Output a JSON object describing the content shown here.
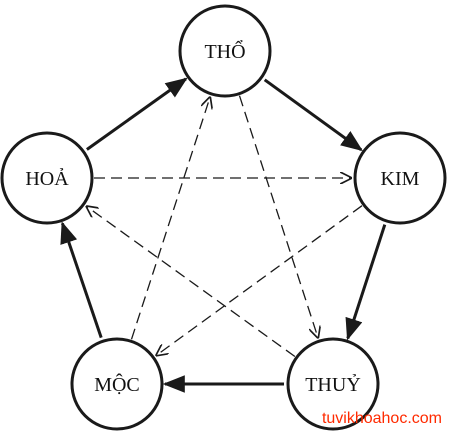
{
  "elements": {
    "tho": "THỔ",
    "kim": "KIM",
    "thuy": "THUỶ",
    "moc": "MỘC",
    "hoa": "HOẢ"
  },
  "generating_cycle": [
    {
      "from": "hoa",
      "to": "tho"
    },
    {
      "from": "tho",
      "to": "kim"
    },
    {
      "from": "kim",
      "to": "thuy"
    },
    {
      "from": "thuy",
      "to": "moc"
    },
    {
      "from": "moc",
      "to": "hoa"
    }
  ],
  "overcoming_cycle": [
    {
      "from": "hoa",
      "to": "kim"
    },
    {
      "from": "kim",
      "to": "moc"
    },
    {
      "from": "moc",
      "to": "tho"
    },
    {
      "from": "tho",
      "to": "thuy"
    },
    {
      "from": "thuy",
      "to": "hoa"
    }
  ],
  "watermark": "tuvikhoahoc.com",
  "colors": {
    "line": "#1a1a1a",
    "watermark": "#ff2a00"
  }
}
